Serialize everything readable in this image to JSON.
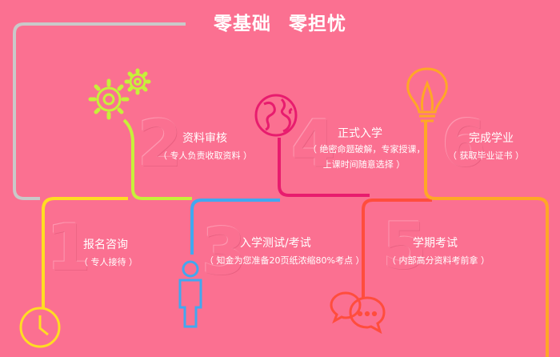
{
  "header": {
    "title_part1": "零基础",
    "title_part2": "零担忧"
  },
  "steps": [
    {
      "number": "1",
      "title": "报名咨询",
      "subtitle": "（ 专人接待 ）",
      "icon": "clock-icon",
      "color": "#ffdd22"
    },
    {
      "number": "2",
      "title": "资料审核",
      "subtitle": "（ 专人负责收取资料 ）",
      "icon": "gears-icon",
      "color": "#c6f03a"
    },
    {
      "number": "3",
      "title": "入学测试/考试",
      "subtitle": "（ 知金为您准备20页纸浓缩80%考点 ）",
      "icon": "person-icon",
      "color": "#41a8f0"
    },
    {
      "number": "4",
      "title": "正式入学",
      "subtitle_line1": "（ 绝密命题破解，专家授课，",
      "subtitle_line2": "上课时间随意选择 ）",
      "icon": "globe-icon",
      "color": "#e81c6e"
    },
    {
      "number": "5",
      "title": "学期考试",
      "subtitle": "（ 内部高分资料考前拿 ）",
      "icon": "chat-bubbles-icon",
      "color": "#ff4d3d"
    },
    {
      "number": "6",
      "title": "完成学业",
      "subtitle": "（ 获取毕业证书 ）",
      "icon": "lightbulb-icon",
      "color": "#ffa726"
    }
  ],
  "colors": {
    "background": "#fb7091",
    "gray_line": "#c9c9c9"
  }
}
